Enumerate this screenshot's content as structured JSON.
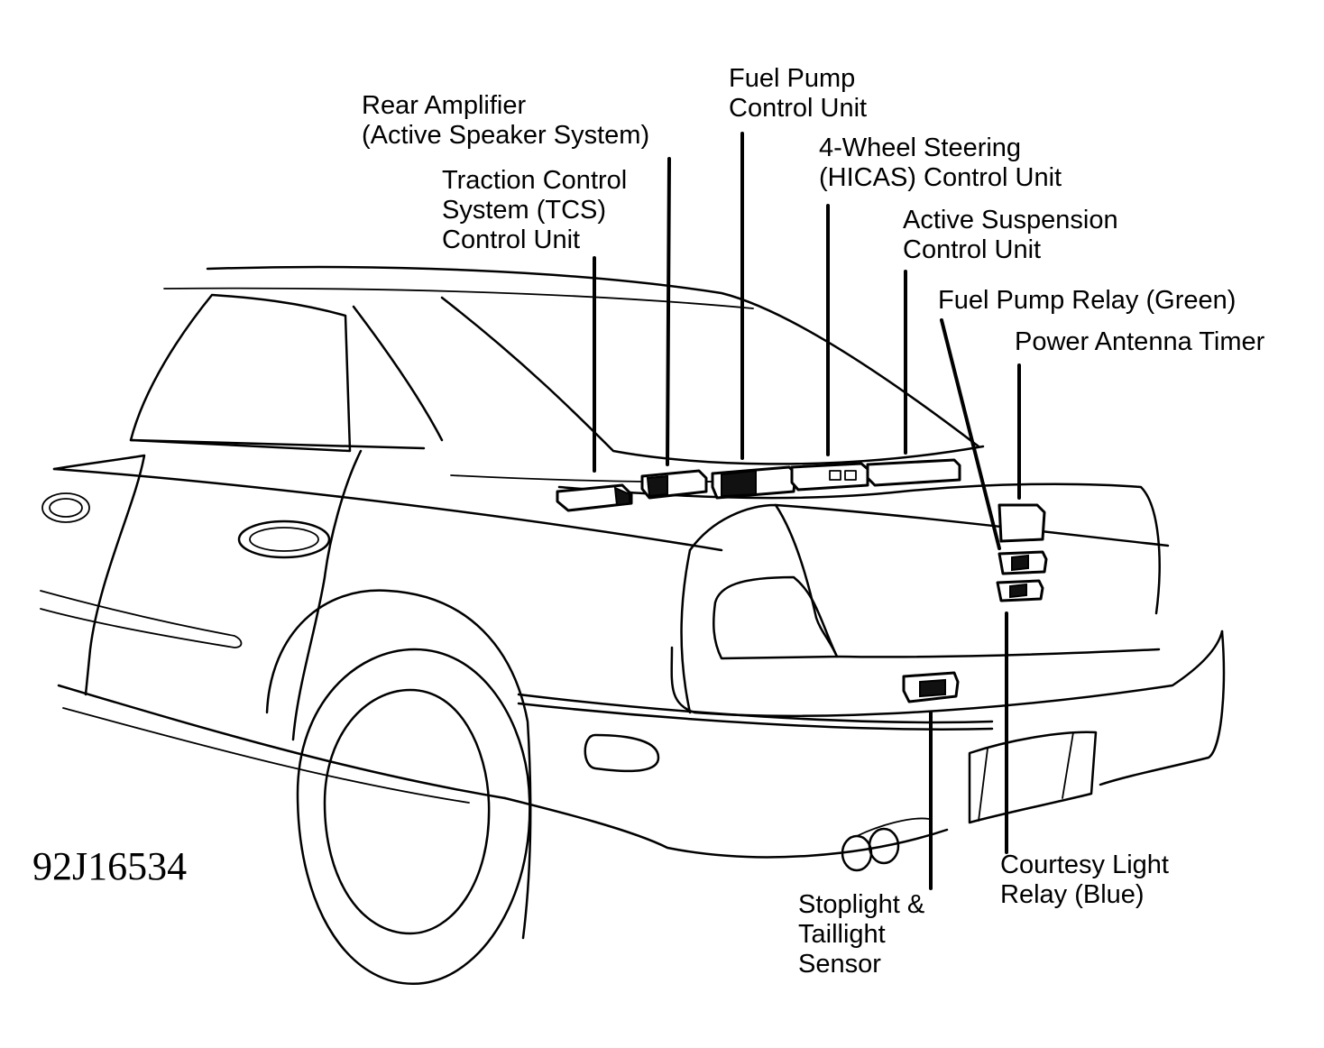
{
  "figure_code": "92J16534",
  "labels": {
    "rear_amplifier": "Rear Amplifier\n(Active Speaker System)",
    "fuel_pump_control_unit": "Fuel Pump\nControl Unit",
    "traction_control": "Traction Control\nSystem (TCS)\nControl Unit",
    "four_wheel_steering": "4-Wheel Steering\n(HICAS) Control Unit",
    "active_suspension": "Active Suspension\nControl Unit",
    "fuel_pump_relay": "Fuel Pump Relay (Green)",
    "power_antenna_timer": "Power Antenna Timer",
    "courtesy_light_relay": "Courtesy Light\nRelay (Blue)",
    "stoplight_sensor": "Stoplight &\nTaillight\nSensor"
  }
}
